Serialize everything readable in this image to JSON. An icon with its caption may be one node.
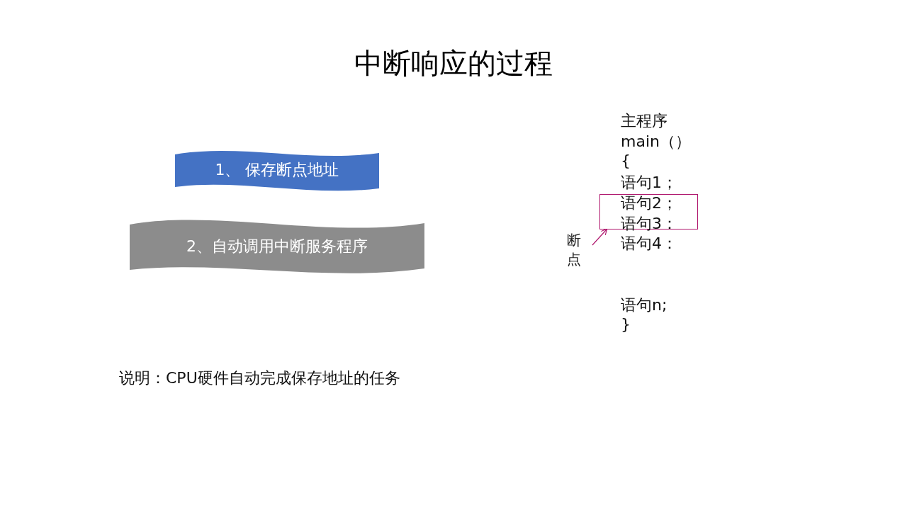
{
  "diagram": {
    "title": "中断响应的过程",
    "nodes": [
      {
        "text": [
          "1、 保存断点地址"
        ]
      },
      {
        "text": [
          "2、自动调用中断服务程序"
        ]
      },
      {
        "text": [
          "断点"
        ]
      },
      {
        "text": [],
        "shape": "box"
      }
    ],
    "edges": [
      {
        "from": 2,
        "to": 3,
        "arrow": "to"
      }
    ],
    "labels": [
      "主程序",
      "main（）",
      "{",
      "语句1；",
      "语句2；",
      "语句3：",
      "语句4：",
      "语句n;",
      "}",
      "说明：CPU硬件自动完成保存地址的任务"
    ]
  }
}
